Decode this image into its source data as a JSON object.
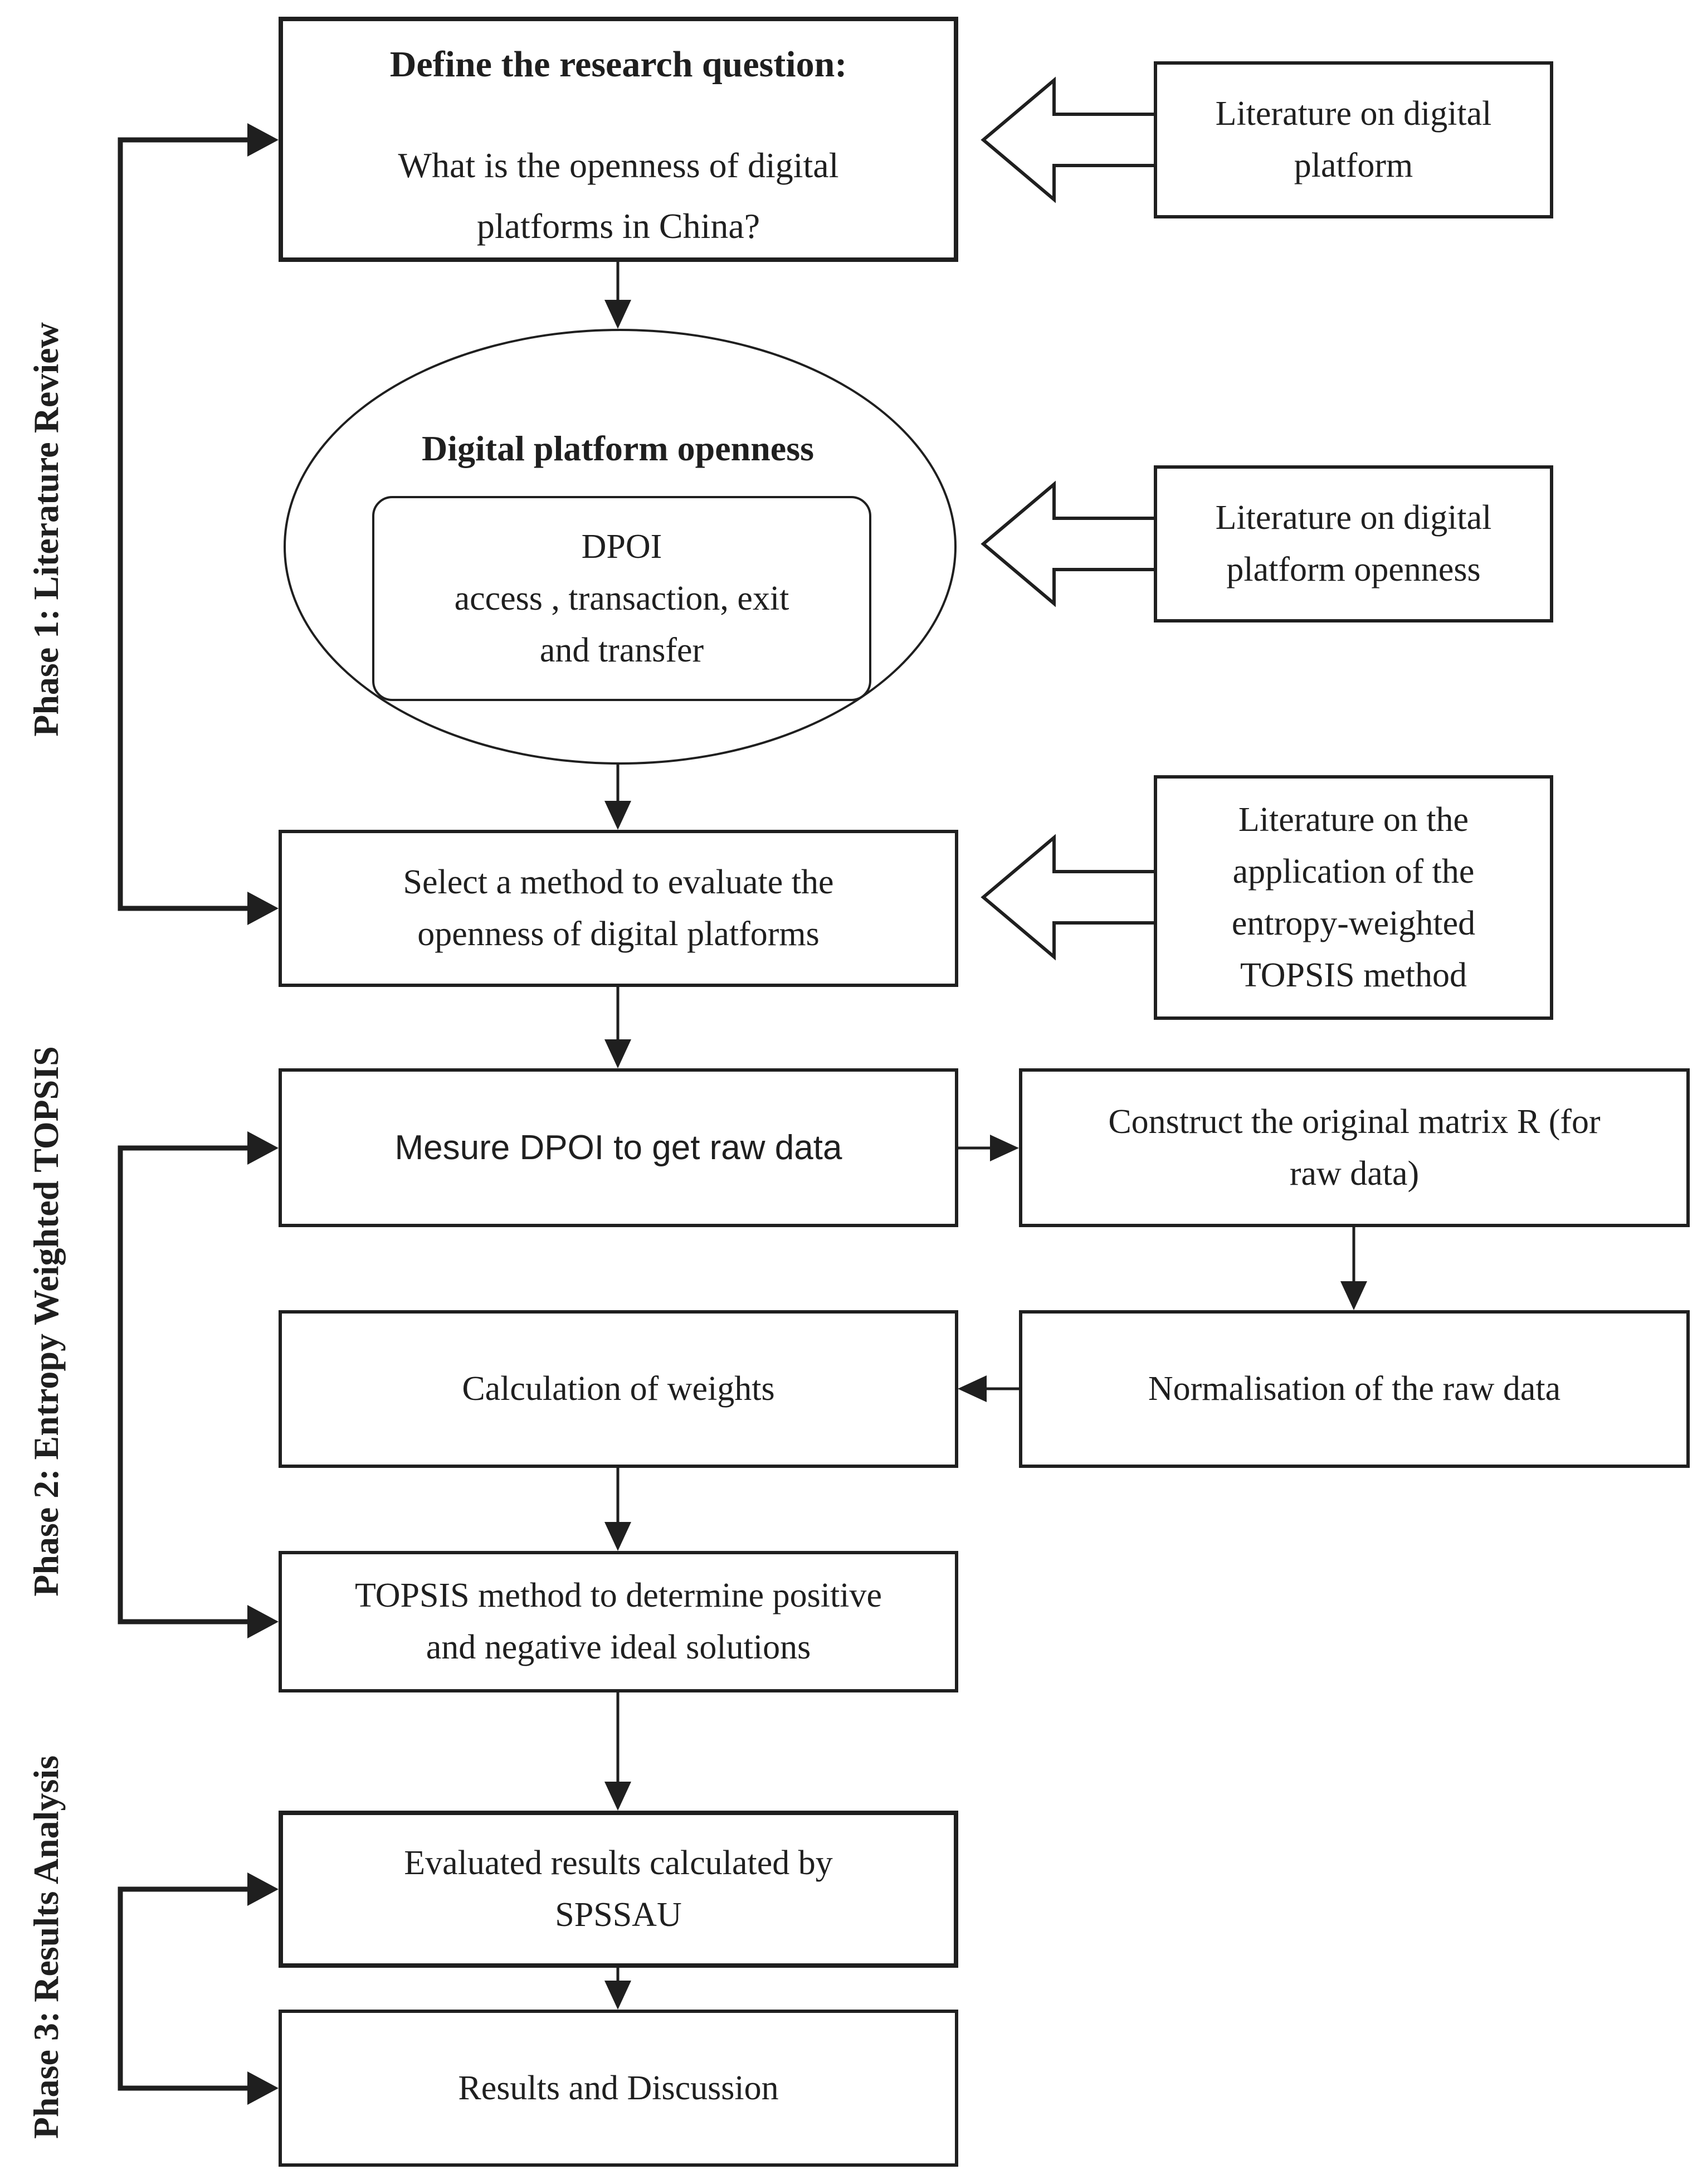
{
  "colors": {
    "ink": "#1f1f1f",
    "paper": "#ffffff"
  },
  "phases": [
    {
      "label": "Phase 1: Literature Review"
    },
    {
      "label": "Phase 2: Entropy Weighted TOPSIS"
    },
    {
      "label": "Phase 3: Results Analysis"
    }
  ],
  "nodes": {
    "define": {
      "title": "Define the research question:",
      "lines": [
        "What is the openness of digital",
        "platforms in China?"
      ]
    },
    "openness": {
      "title": "Digital platform openness",
      "inner_lines": [
        "DPOI",
        "access , transaction, exit",
        "and transfer"
      ]
    },
    "select": {
      "lines": [
        "Select a method to evaluate the",
        "openness of digital platforms"
      ]
    },
    "mesure": {
      "label": "Mesure DPOI to get raw data"
    },
    "construct": {
      "lines": [
        "Construct the original matrix R (for",
        "raw data)"
      ]
    },
    "normalisation": {
      "label": "Normalisation of the raw data"
    },
    "calculation": {
      "label": "Calculation of weights"
    },
    "topsis": {
      "lines": [
        "TOPSIS method to determine positive",
        "and negative ideal solutions"
      ]
    },
    "evaluated": {
      "lines": [
        "Evaluated results calculated by",
        "SPSSAU"
      ]
    },
    "results": {
      "label": "Results and Discussion"
    }
  },
  "literature": [
    {
      "lines": [
        "Literature on digital",
        "platform"
      ]
    },
    {
      "lines": [
        "Literature on digital",
        "platform openness"
      ]
    },
    {
      "lines": [
        "Literature on the",
        "application of the",
        "entropy-weighted",
        "TOPSIS method"
      ]
    }
  ]
}
